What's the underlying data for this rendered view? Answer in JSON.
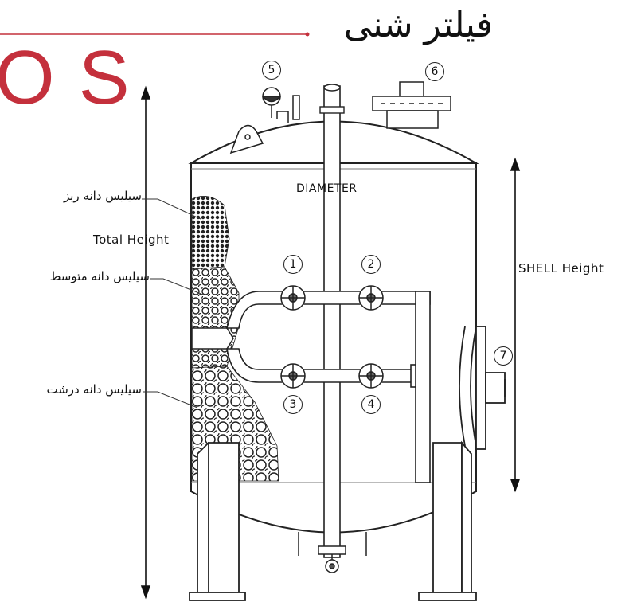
{
  "title": "فیلتر شنی",
  "brand_text": "OS",
  "accent_color": "#c4303c",
  "labels": {
    "fine_silica": "سیلیس دانه ریز",
    "medium_silica": "سیلیس دانه متوسط",
    "coarse_silica": "سیلیس دانه درشت",
    "total_height": "Total  Height",
    "diameter": "DIAMETER",
    "shell_height": "SHELL  Height"
  },
  "callouts": [
    "1",
    "2",
    "3",
    "4",
    "5",
    "6",
    "7"
  ]
}
